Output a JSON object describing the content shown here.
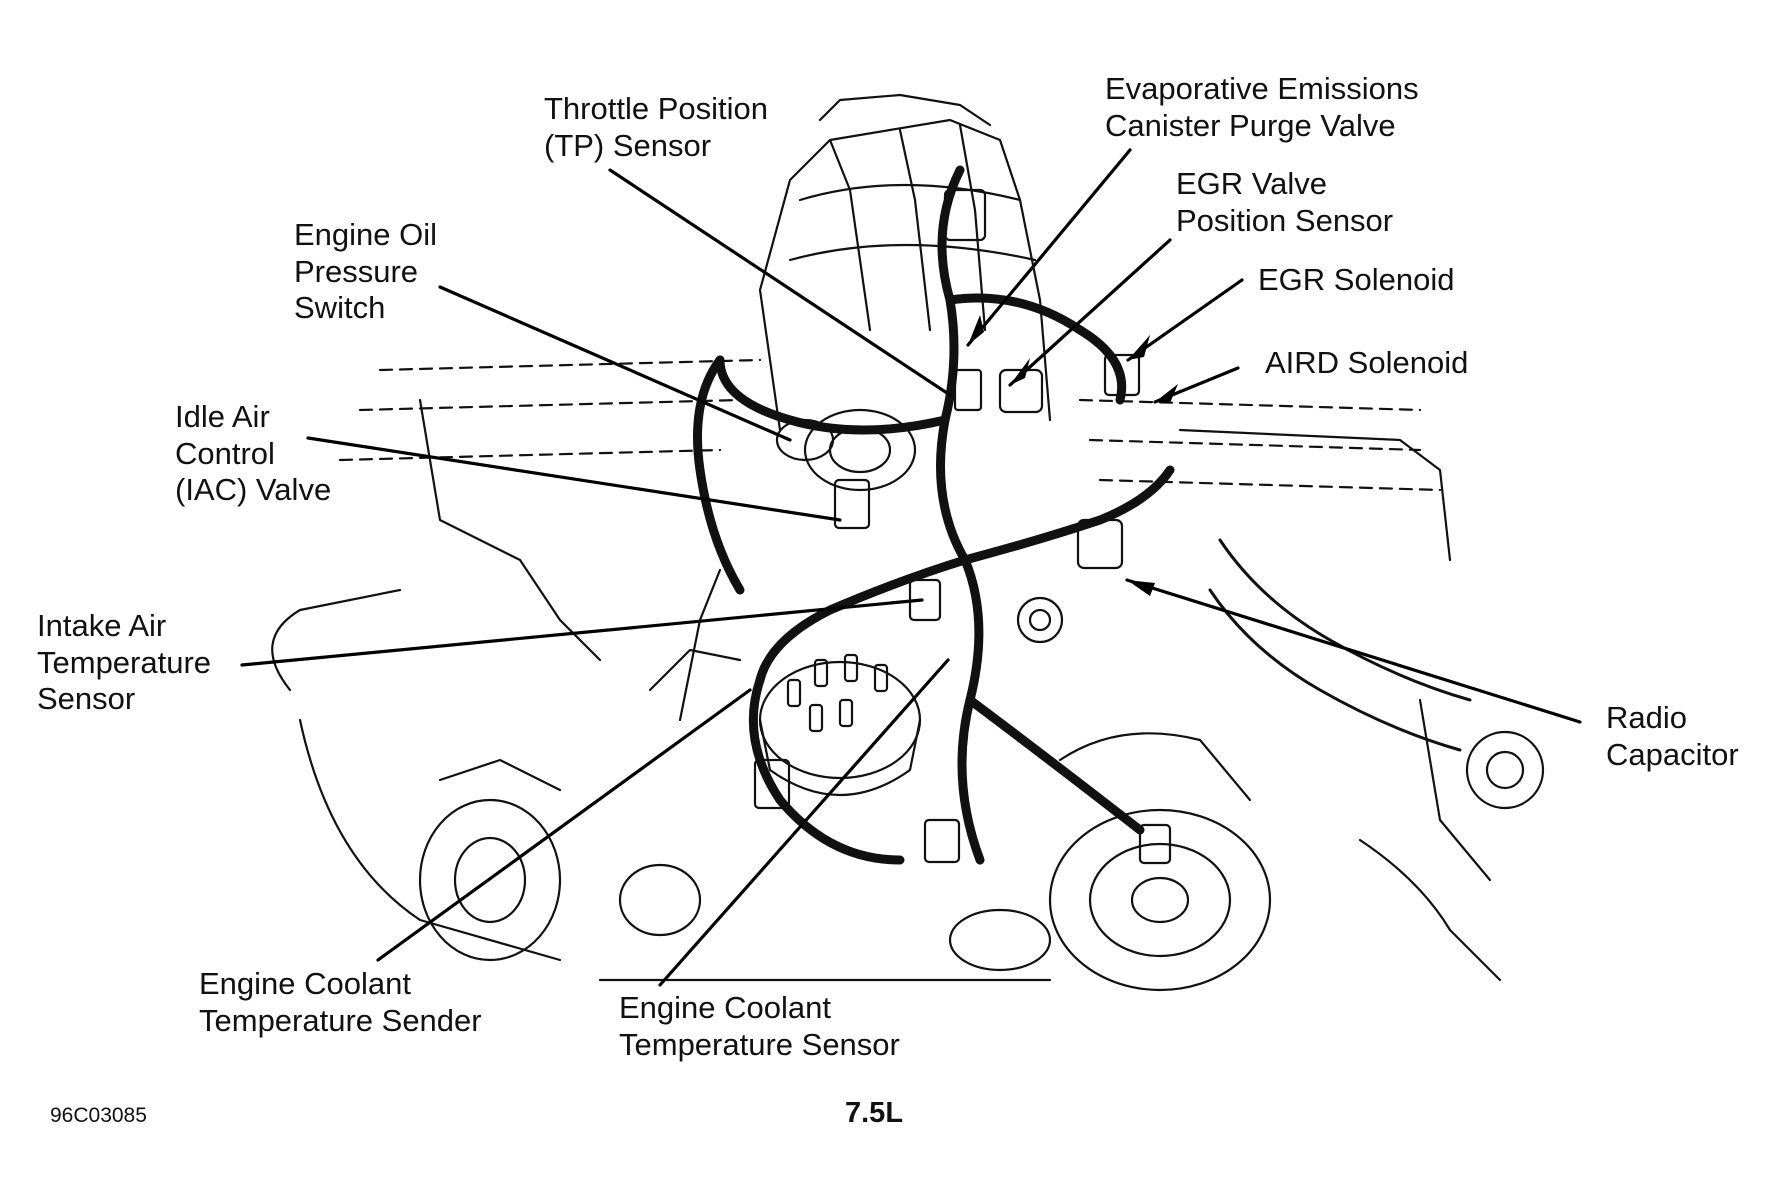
{
  "labels": {
    "throttle_position": [
      "Throttle Position",
      "(TP) Sensor"
    ],
    "evap_purge_valve": [
      "Evaporative Emissions",
      "Canister Purge Valve"
    ],
    "egr_valve_position": [
      "EGR Valve",
      "Position Sensor"
    ],
    "engine_oil_pressure": [
      "Engine Oil",
      "Pressure",
      "Switch"
    ],
    "egr_solenoid": [
      "EGR Solenoid"
    ],
    "aird_solenoid": [
      "AIRD Solenoid"
    ],
    "idle_air_control": [
      "Idle Air",
      "Control",
      "(IAC) Valve"
    ],
    "intake_air_temp": [
      "Intake Air",
      "Temperature",
      "Sensor"
    ],
    "radio_capacitor": [
      "Radio",
      "Capacitor"
    ],
    "coolant_temp_sender": [
      "Engine Coolant",
      "Temperature Sender"
    ],
    "coolant_temp_sensor": [
      "Engine Coolant",
      "Temperature Sensor"
    ]
  },
  "figure_code": "96C03085",
  "engine_size": "7.5L"
}
